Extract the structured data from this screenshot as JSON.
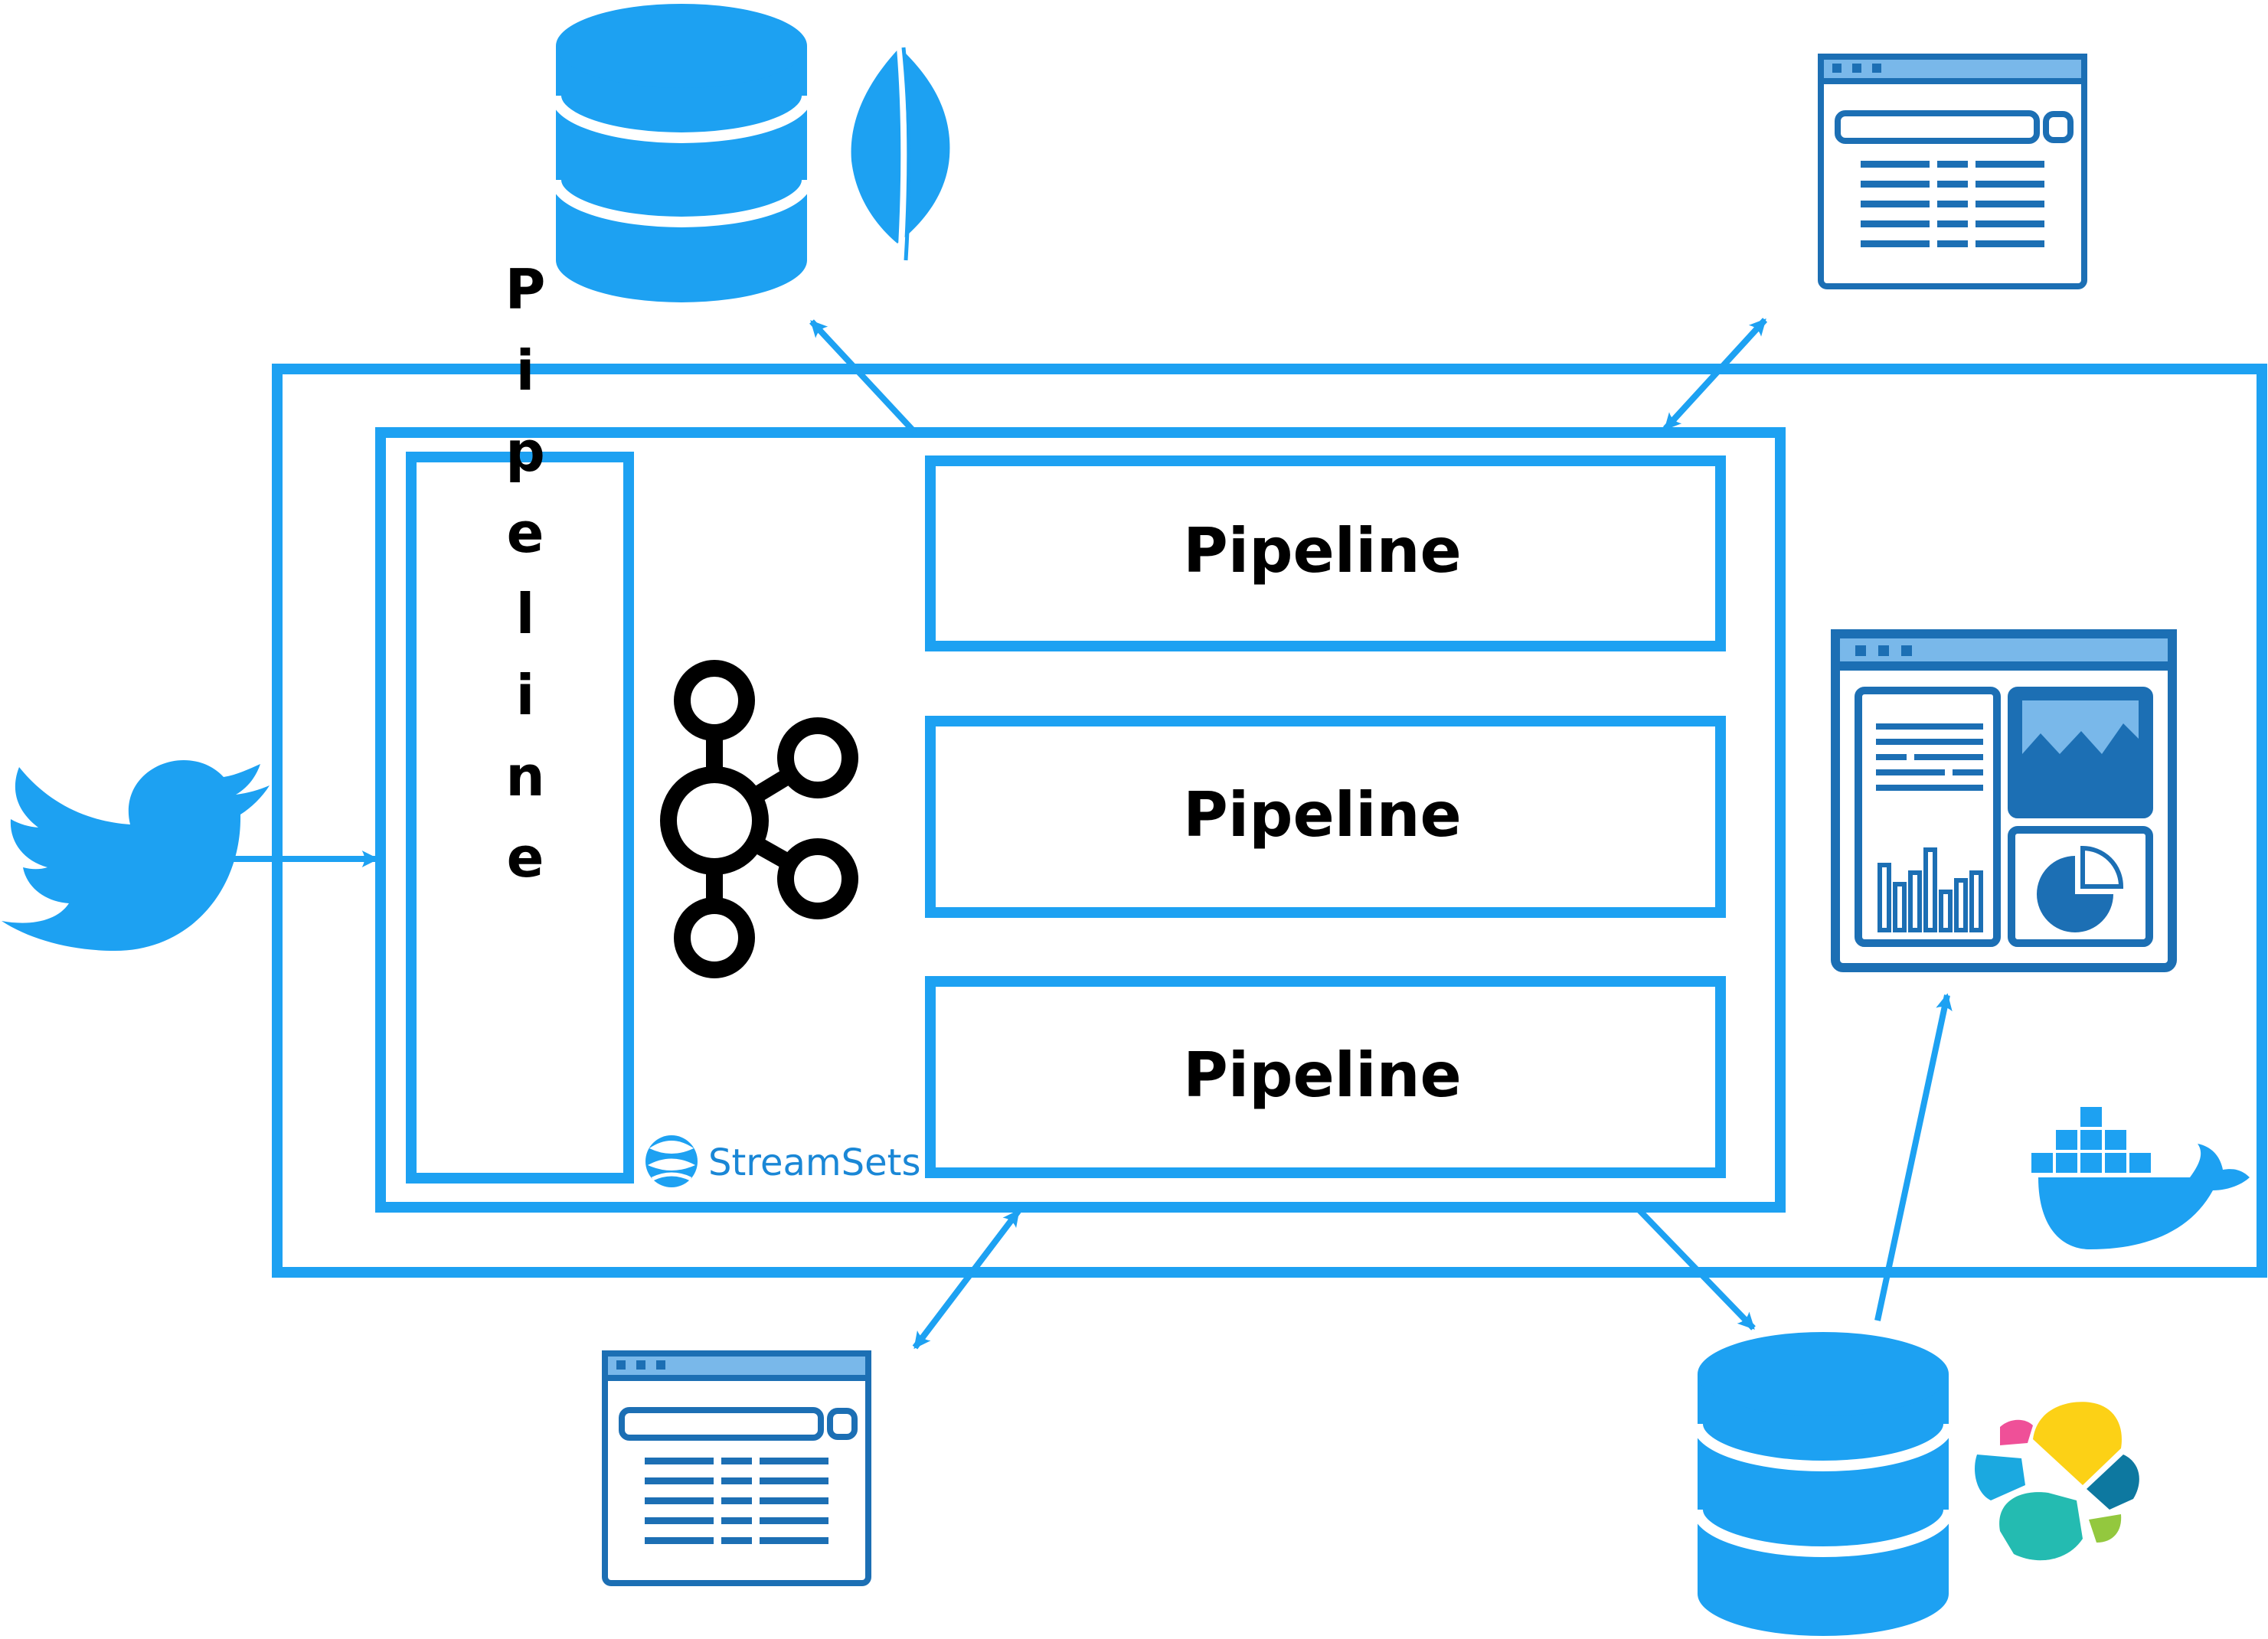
{
  "colors": {
    "accent": "#1da1f2",
    "accent_dark": "#1c6fb4",
    "accent_light": "#79b8ea",
    "text": "#000000",
    "brand_blue": "#1a87d6",
    "elastic_yellow": "#fcd116",
    "elastic_teal": "#24bbb1",
    "elastic_blue": "#1ba9e0",
    "elastic_dark_teal": "#0d78a0",
    "elastic_pink": "#ef5098",
    "elastic_green": "#93c83e"
  },
  "icons": {
    "source": "twitter-bird-icon",
    "mongodb_db": "database-icon",
    "mongodb_logo": "mongodb-leaf-icon",
    "top_app": "web-form-window-icon",
    "bottom_app": "web-form-window-icon",
    "dashboard": "dashboard-window-icon",
    "elastic_db": "database-icon",
    "elastic_logo": "elasticsearch-logo-icon",
    "container": "docker-whale-icon",
    "streaming": "kafka-logo-icon"
  },
  "diagram": {
    "ingest_pipeline_label": "Pipeline",
    "pipelines": [
      {
        "label": "Pipeline"
      },
      {
        "label": "Pipeline"
      },
      {
        "label": "Pipeline"
      }
    ],
    "brand_label": "StreamSets"
  }
}
